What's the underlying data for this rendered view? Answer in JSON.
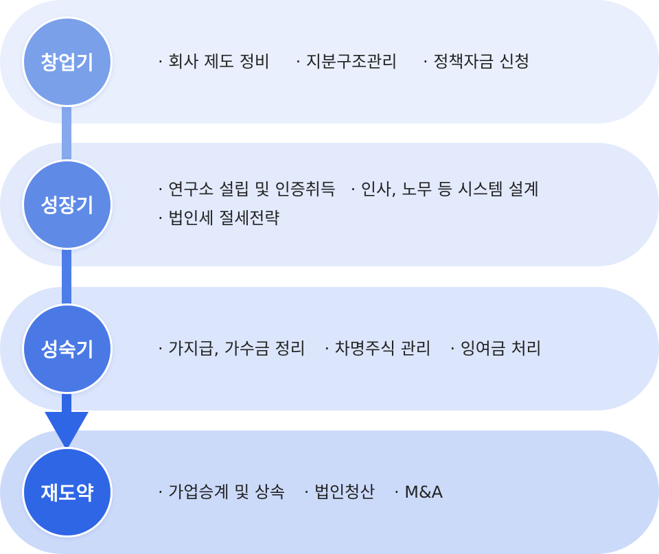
{
  "stages": [
    {
      "label": "창업기",
      "rows": [
        [
          "회사 제도 정비",
          "지분구조관리",
          "정책자금 신청"
        ]
      ]
    },
    {
      "label": "성장기",
      "rows": [
        [
          "연구소 설립 및 인증취득",
          "인사, 노무 등 시스템 설계"
        ],
        [
          "법인세 절세전략"
        ]
      ]
    },
    {
      "label": "성숙기",
      "rows": [
        [
          "가지급, 가수금 정리",
          "차명주식 관리",
          "잉여금 처리"
        ]
      ]
    },
    {
      "label": "재도약",
      "rows": [
        [
          "가업승계 및 상속",
          "법인청산",
          "M&A"
        ]
      ]
    }
  ],
  "colors": {
    "band": [
      "#e9effd",
      "#e2eafc",
      "#dbe5fb",
      "#ccdafa"
    ],
    "circle": [
      "#7aa0ea",
      "#5f8ae6",
      "#4a79e6",
      "#2f66e6"
    ],
    "connector": [
      "#86a8ec",
      "#4d7de8",
      "#2f66e6"
    ]
  }
}
